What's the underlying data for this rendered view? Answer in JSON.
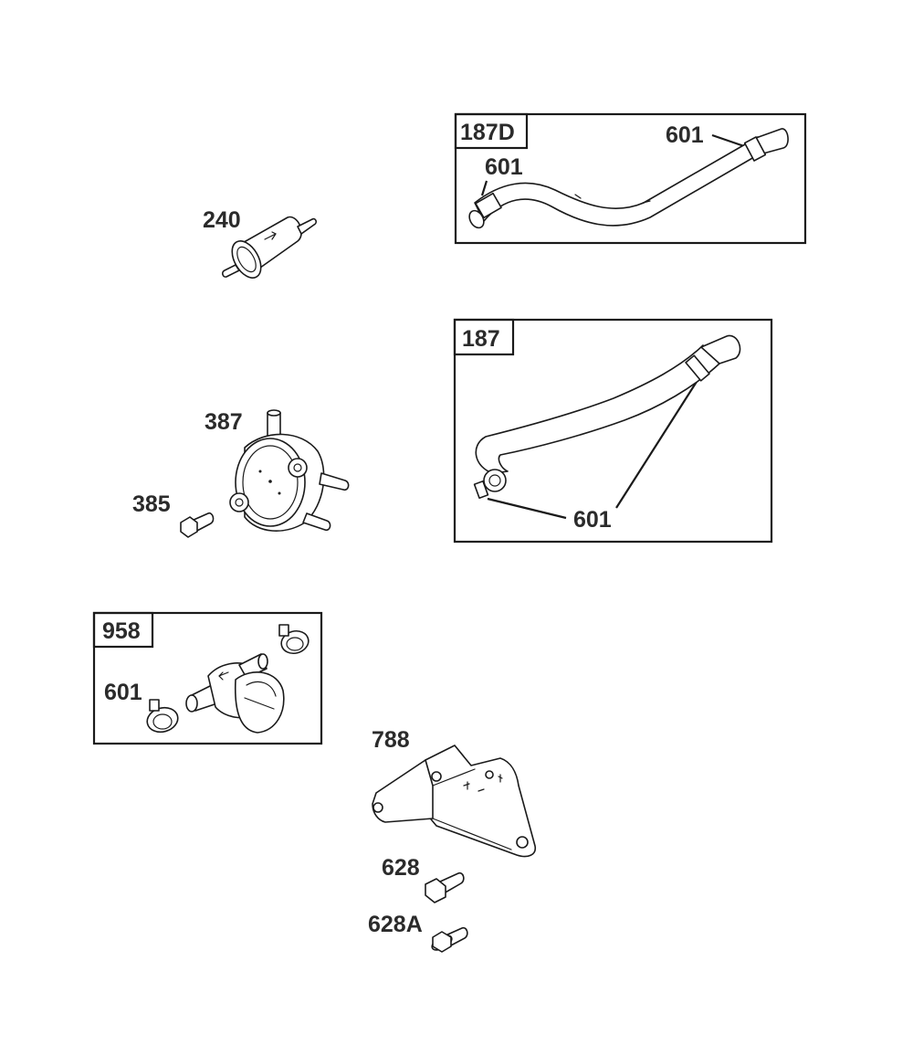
{
  "diagram": {
    "callouts": {
      "fuel_line_187d": "187D",
      "clamp_187d_right": "601",
      "clamp_187d_left": "601",
      "fuel_filter": "240",
      "fuel_line_187": "187",
      "clamp_187": "601",
      "fuel_pump": "387",
      "pump_screw": "385",
      "shutoff_valve": "958",
      "clamp_958": "601",
      "bracket": "788",
      "screw_628": "628",
      "screw_628a": "628A"
    }
  }
}
